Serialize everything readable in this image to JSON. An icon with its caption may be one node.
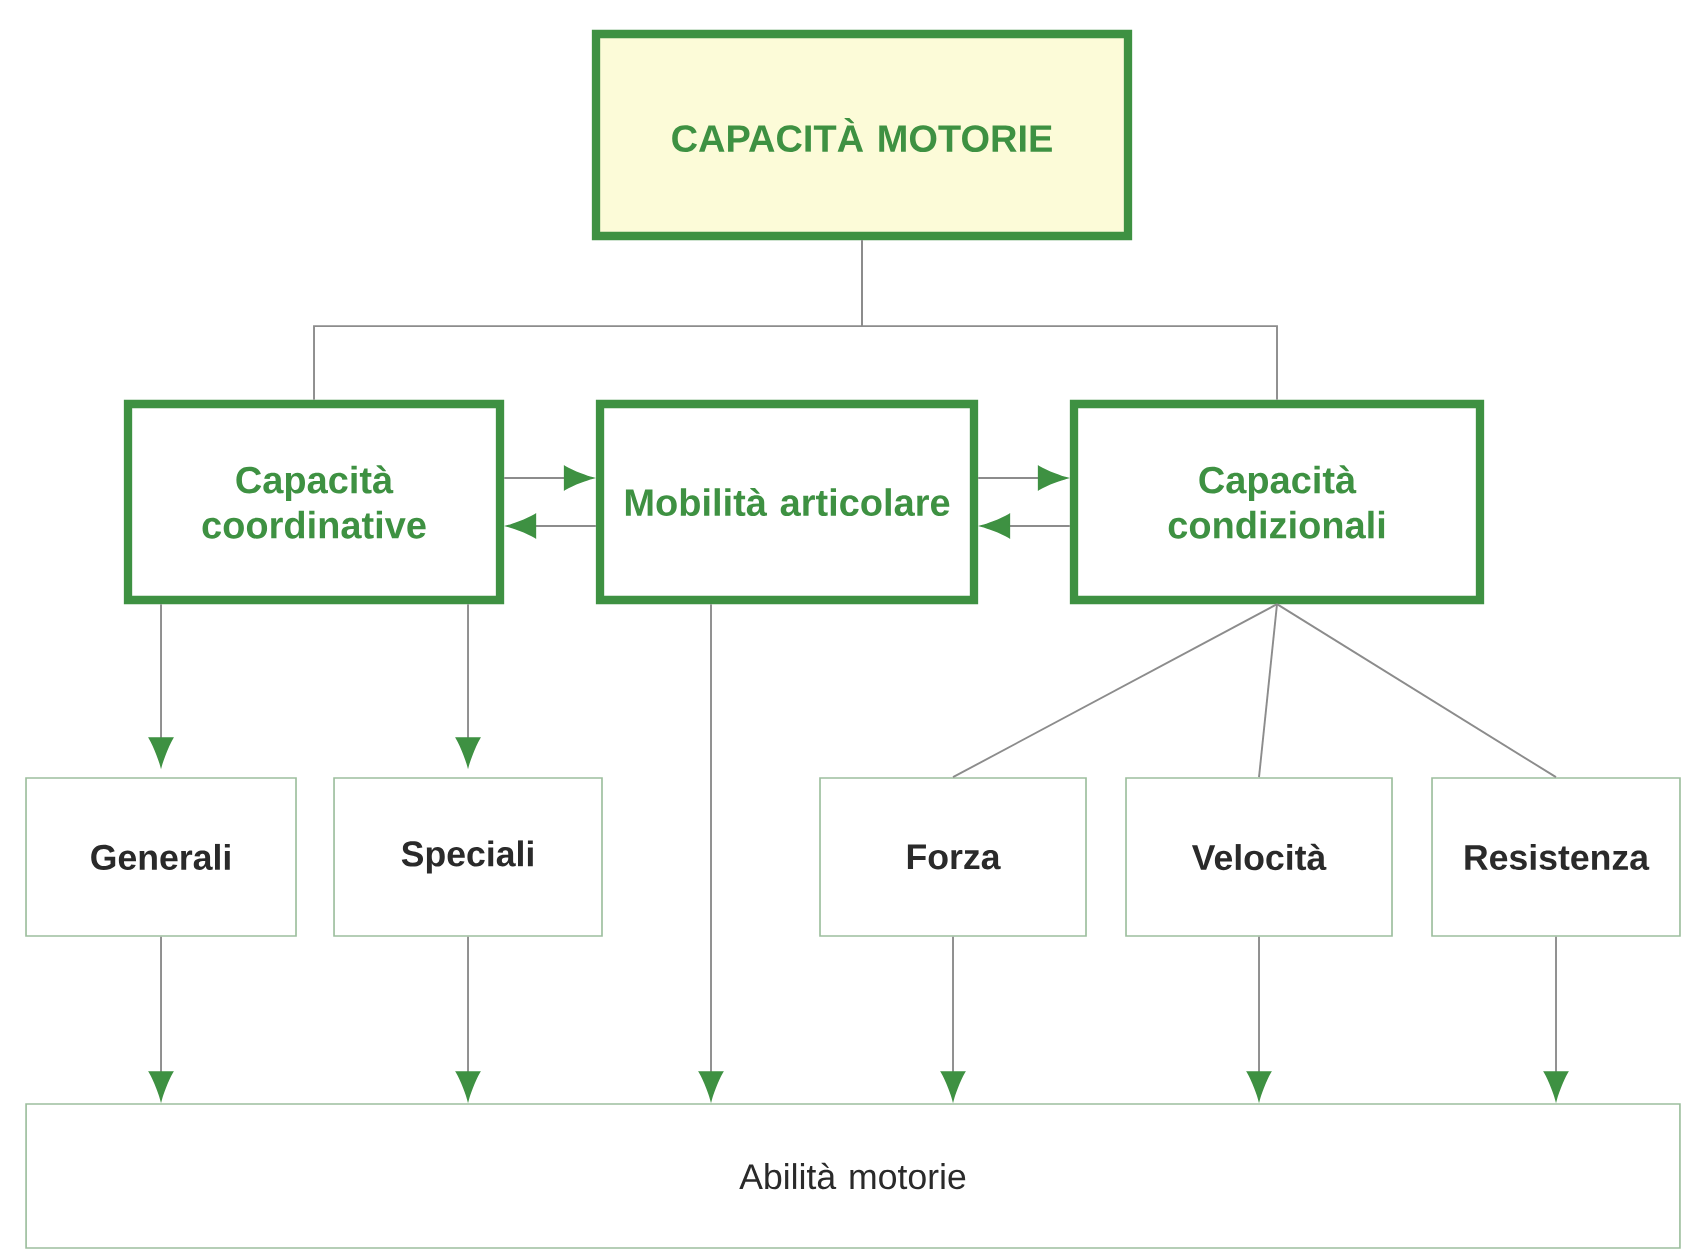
{
  "diagram": {
    "nodes": [
      {
        "text": [
          "CAPACITÀ MOTORIE"
        ]
      },
      {
        "text": [
          "Capacità coordinative"
        ]
      },
      {
        "text": [
          "Mobilità articolare"
        ]
      },
      {
        "text": [
          "Capacità condizionali"
        ]
      },
      {
        "text": [
          "Generali"
        ]
      },
      {
        "text": [
          "Speciali"
        ]
      },
      {
        "text": [
          "Forza"
        ]
      },
      {
        "text": [
          "Velocità"
        ]
      },
      {
        "text": [
          "Resistenza"
        ]
      },
      {
        "text": [
          "Abilità motorie"
        ]
      }
    ],
    "edges": [
      {
        "from": 0,
        "to": 1,
        "arrow": "none"
      },
      {
        "from": 0,
        "to": 3,
        "arrow": "none"
      },
      {
        "from": 1,
        "to": 2,
        "arrow": "to"
      },
      {
        "from": 2,
        "to": 1,
        "arrow": "to"
      },
      {
        "from": 2,
        "to": 3,
        "arrow": "to"
      },
      {
        "from": 3,
        "to": 2,
        "arrow": "to"
      },
      {
        "from": 1,
        "to": 4,
        "arrow": "to"
      },
      {
        "from": 1,
        "to": 5,
        "arrow": "to"
      },
      {
        "from": 3,
        "to": 6,
        "arrow": "none"
      },
      {
        "from": 3,
        "to": 7,
        "arrow": "none"
      },
      {
        "from": 3,
        "to": 8,
        "arrow": "none"
      },
      {
        "from": 4,
        "to": 9,
        "arrow": "to"
      },
      {
        "from": 5,
        "to": 9,
        "arrow": "to"
      },
      {
        "from": 2,
        "to": 9,
        "arrow": "to"
      },
      {
        "from": 6,
        "to": 9,
        "arrow": "to"
      },
      {
        "from": 7,
        "to": 9,
        "arrow": "to"
      },
      {
        "from": 8,
        "to": 9,
        "arrow": "to"
      }
    ]
  }
}
